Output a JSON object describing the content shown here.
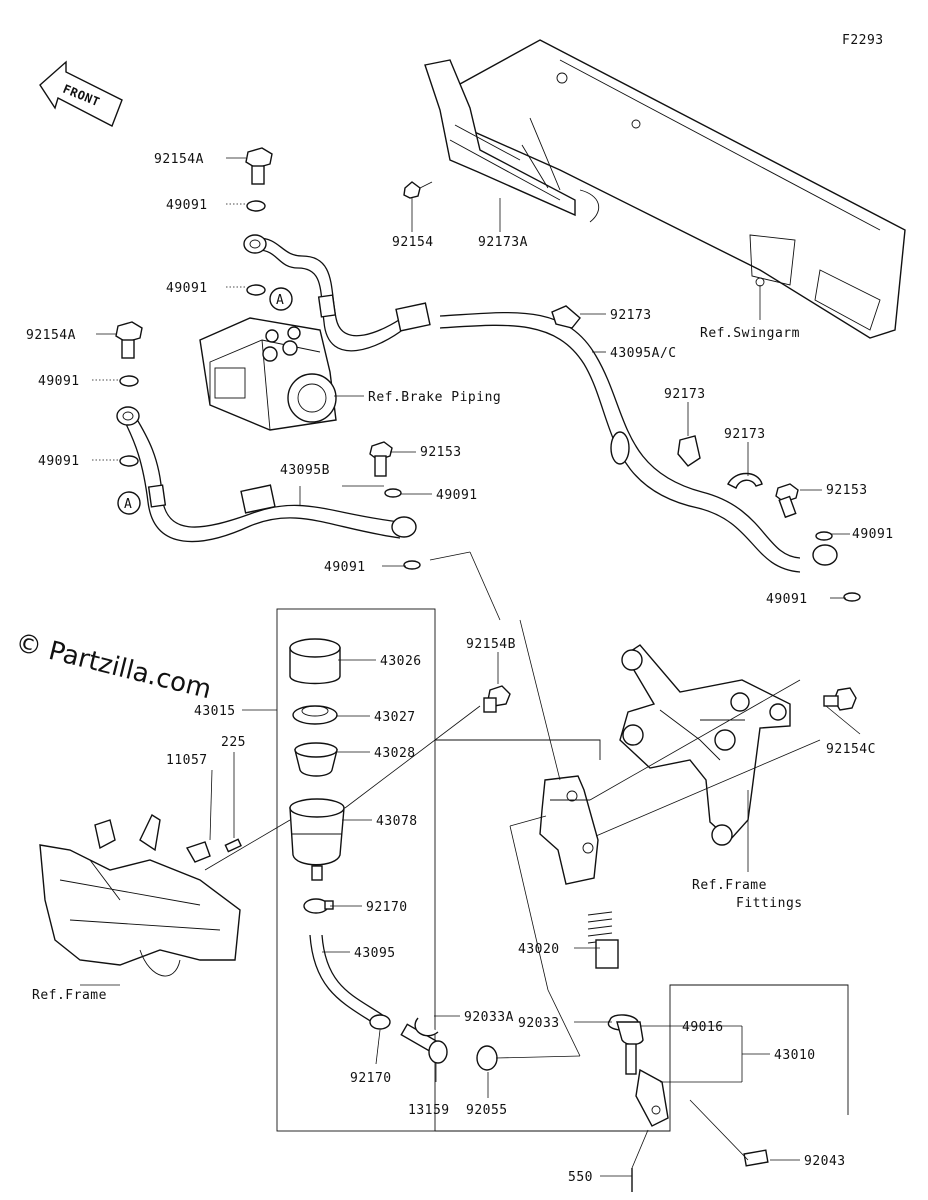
{
  "figure_code": "F2293",
  "front_label": "FRONT",
  "watermark": "© Partzilla.com",
  "callout_letter": "A",
  "parts": [
    {
      "id": "p1",
      "num": "92154A"
    },
    {
      "id": "p2",
      "num": "49091"
    },
    {
      "id": "p3",
      "num": "49091"
    },
    {
      "id": "p4",
      "num": "92154A"
    },
    {
      "id": "p5",
      "num": "49091"
    },
    {
      "id": "p6",
      "num": "49091"
    },
    {
      "id": "p7",
      "num": "92154"
    },
    {
      "id": "p8",
      "num": "92173A"
    },
    {
      "id": "p9",
      "num": "92173"
    },
    {
      "id": "p10",
      "num": "43095A/C"
    },
    {
      "id": "p11",
      "num": "92173"
    },
    {
      "id": "p12",
      "num": "92173"
    },
    {
      "id": "p13",
      "num": "92153"
    },
    {
      "id": "p14",
      "num": "49091"
    },
    {
      "id": "p15",
      "num": "49091"
    },
    {
      "id": "p16",
      "num": "92153"
    },
    {
      "id": "p17",
      "num": "43095B"
    },
    {
      "id": "p18",
      "num": "49091"
    },
    {
      "id": "p19",
      "num": "49091"
    },
    {
      "id": "p20",
      "num": "92154B"
    },
    {
      "id": "p21",
      "num": "43026"
    },
    {
      "id": "p22",
      "num": "43015"
    },
    {
      "id": "p23",
      "num": "43027"
    },
    {
      "id": "p24",
      "num": "43028"
    },
    {
      "id": "p25",
      "num": "225"
    },
    {
      "id": "p26",
      "num": "11057"
    },
    {
      "id": "p27",
      "num": "43078"
    },
    {
      "id": "p28",
      "num": "92170"
    },
    {
      "id": "p29",
      "num": "43095"
    },
    {
      "id": "p30",
      "num": "92033A"
    },
    {
      "id": "p31",
      "num": "92170"
    },
    {
      "id": "p32",
      "num": "13159"
    },
    {
      "id": "p33",
      "num": "92055"
    },
    {
      "id": "p34",
      "num": "43020"
    },
    {
      "id": "p35",
      "num": "92033"
    },
    {
      "id": "p36",
      "num": "49016"
    },
    {
      "id": "p37",
      "num": "43010"
    },
    {
      "id": "p38",
      "num": "92043"
    },
    {
      "id": "p39",
      "num": "550"
    },
    {
      "id": "p40",
      "num": "92154C"
    }
  ],
  "refs": {
    "swingarm": "Ref.Swingarm",
    "brake_piping": "Ref.Brake Piping",
    "frame_fittings_1": "Ref.Frame",
    "frame_fittings_2": "Fittings",
    "frame": "Ref.Frame"
  }
}
